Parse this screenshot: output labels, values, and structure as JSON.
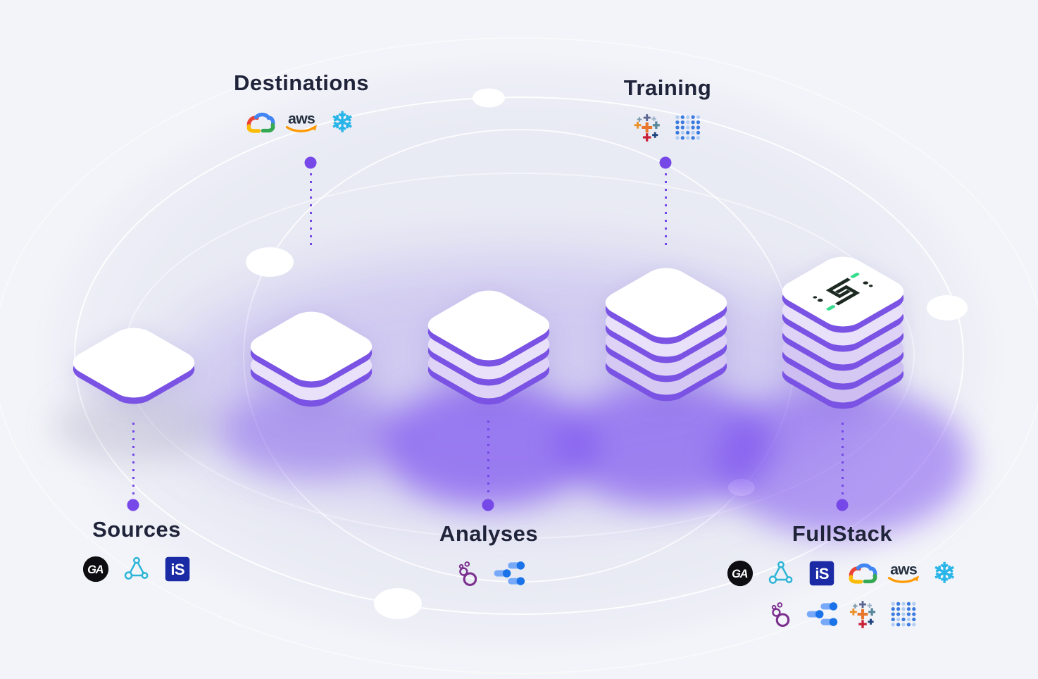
{
  "diagram": {
    "sections": [
      {
        "label": "Sources",
        "side": "bottom",
        "stack_layers": 1,
        "logos": [
          "ga",
          "triangle-network",
          "is-badge"
        ]
      },
      {
        "label": "Destinations",
        "side": "top",
        "stack_layers": 2,
        "logos": [
          "google-cloud",
          "aws",
          "snowflake"
        ]
      },
      {
        "label": "Analyses",
        "side": "bottom",
        "stack_layers": 3,
        "logos": [
          "bubbles",
          "data-studio"
        ]
      },
      {
        "label": "Training",
        "side": "top",
        "stack_layers": 4,
        "logos": [
          "tableau",
          "dot-grid"
        ]
      },
      {
        "label": "FullStack",
        "side": "bottom",
        "stack_layers": 5,
        "has_brand_mark": true,
        "logos": [
          "ga",
          "triangle-network",
          "is-badge",
          "google-cloud",
          "aws",
          "snowflake"
        ],
        "logos_row2": [
          "bubbles",
          "data-studio",
          "tableau",
          "dot-grid"
        ]
      }
    ],
    "logo_text": {
      "aws": "aws",
      "ga": "GA",
      "is_badge": "iS",
      "snowflake_glyph": "❄"
    },
    "colors": {
      "accent_purple": "#7b53e4",
      "connector_purple": "#7646e8",
      "layer_lavender": "#ded3f6",
      "title_text": "#20243a",
      "brand_mark_dark": "#1d2a22",
      "brand_mark_mint": "#38dd8f",
      "snowflake_cyan": "#29b5e8",
      "aws_text": "#232f3e",
      "aws_orange": "#ff9900",
      "gcloud_blue": "#4285f4",
      "gcloud_red": "#ea4335",
      "gcloud_yellow": "#fbbc05",
      "gcloud_green": "#34a853",
      "datastudio_dark": "#1a73e8",
      "datastudio_light": "#78a9f9",
      "bubbles_purple": "#7b2f8e",
      "triangle_cyan": "#2ab4d6",
      "ga_badge_bg": "#0e0e12",
      "is_badge_bg": "#1b2aa5",
      "dotgrid_blue": "#3b7be0"
    }
  }
}
